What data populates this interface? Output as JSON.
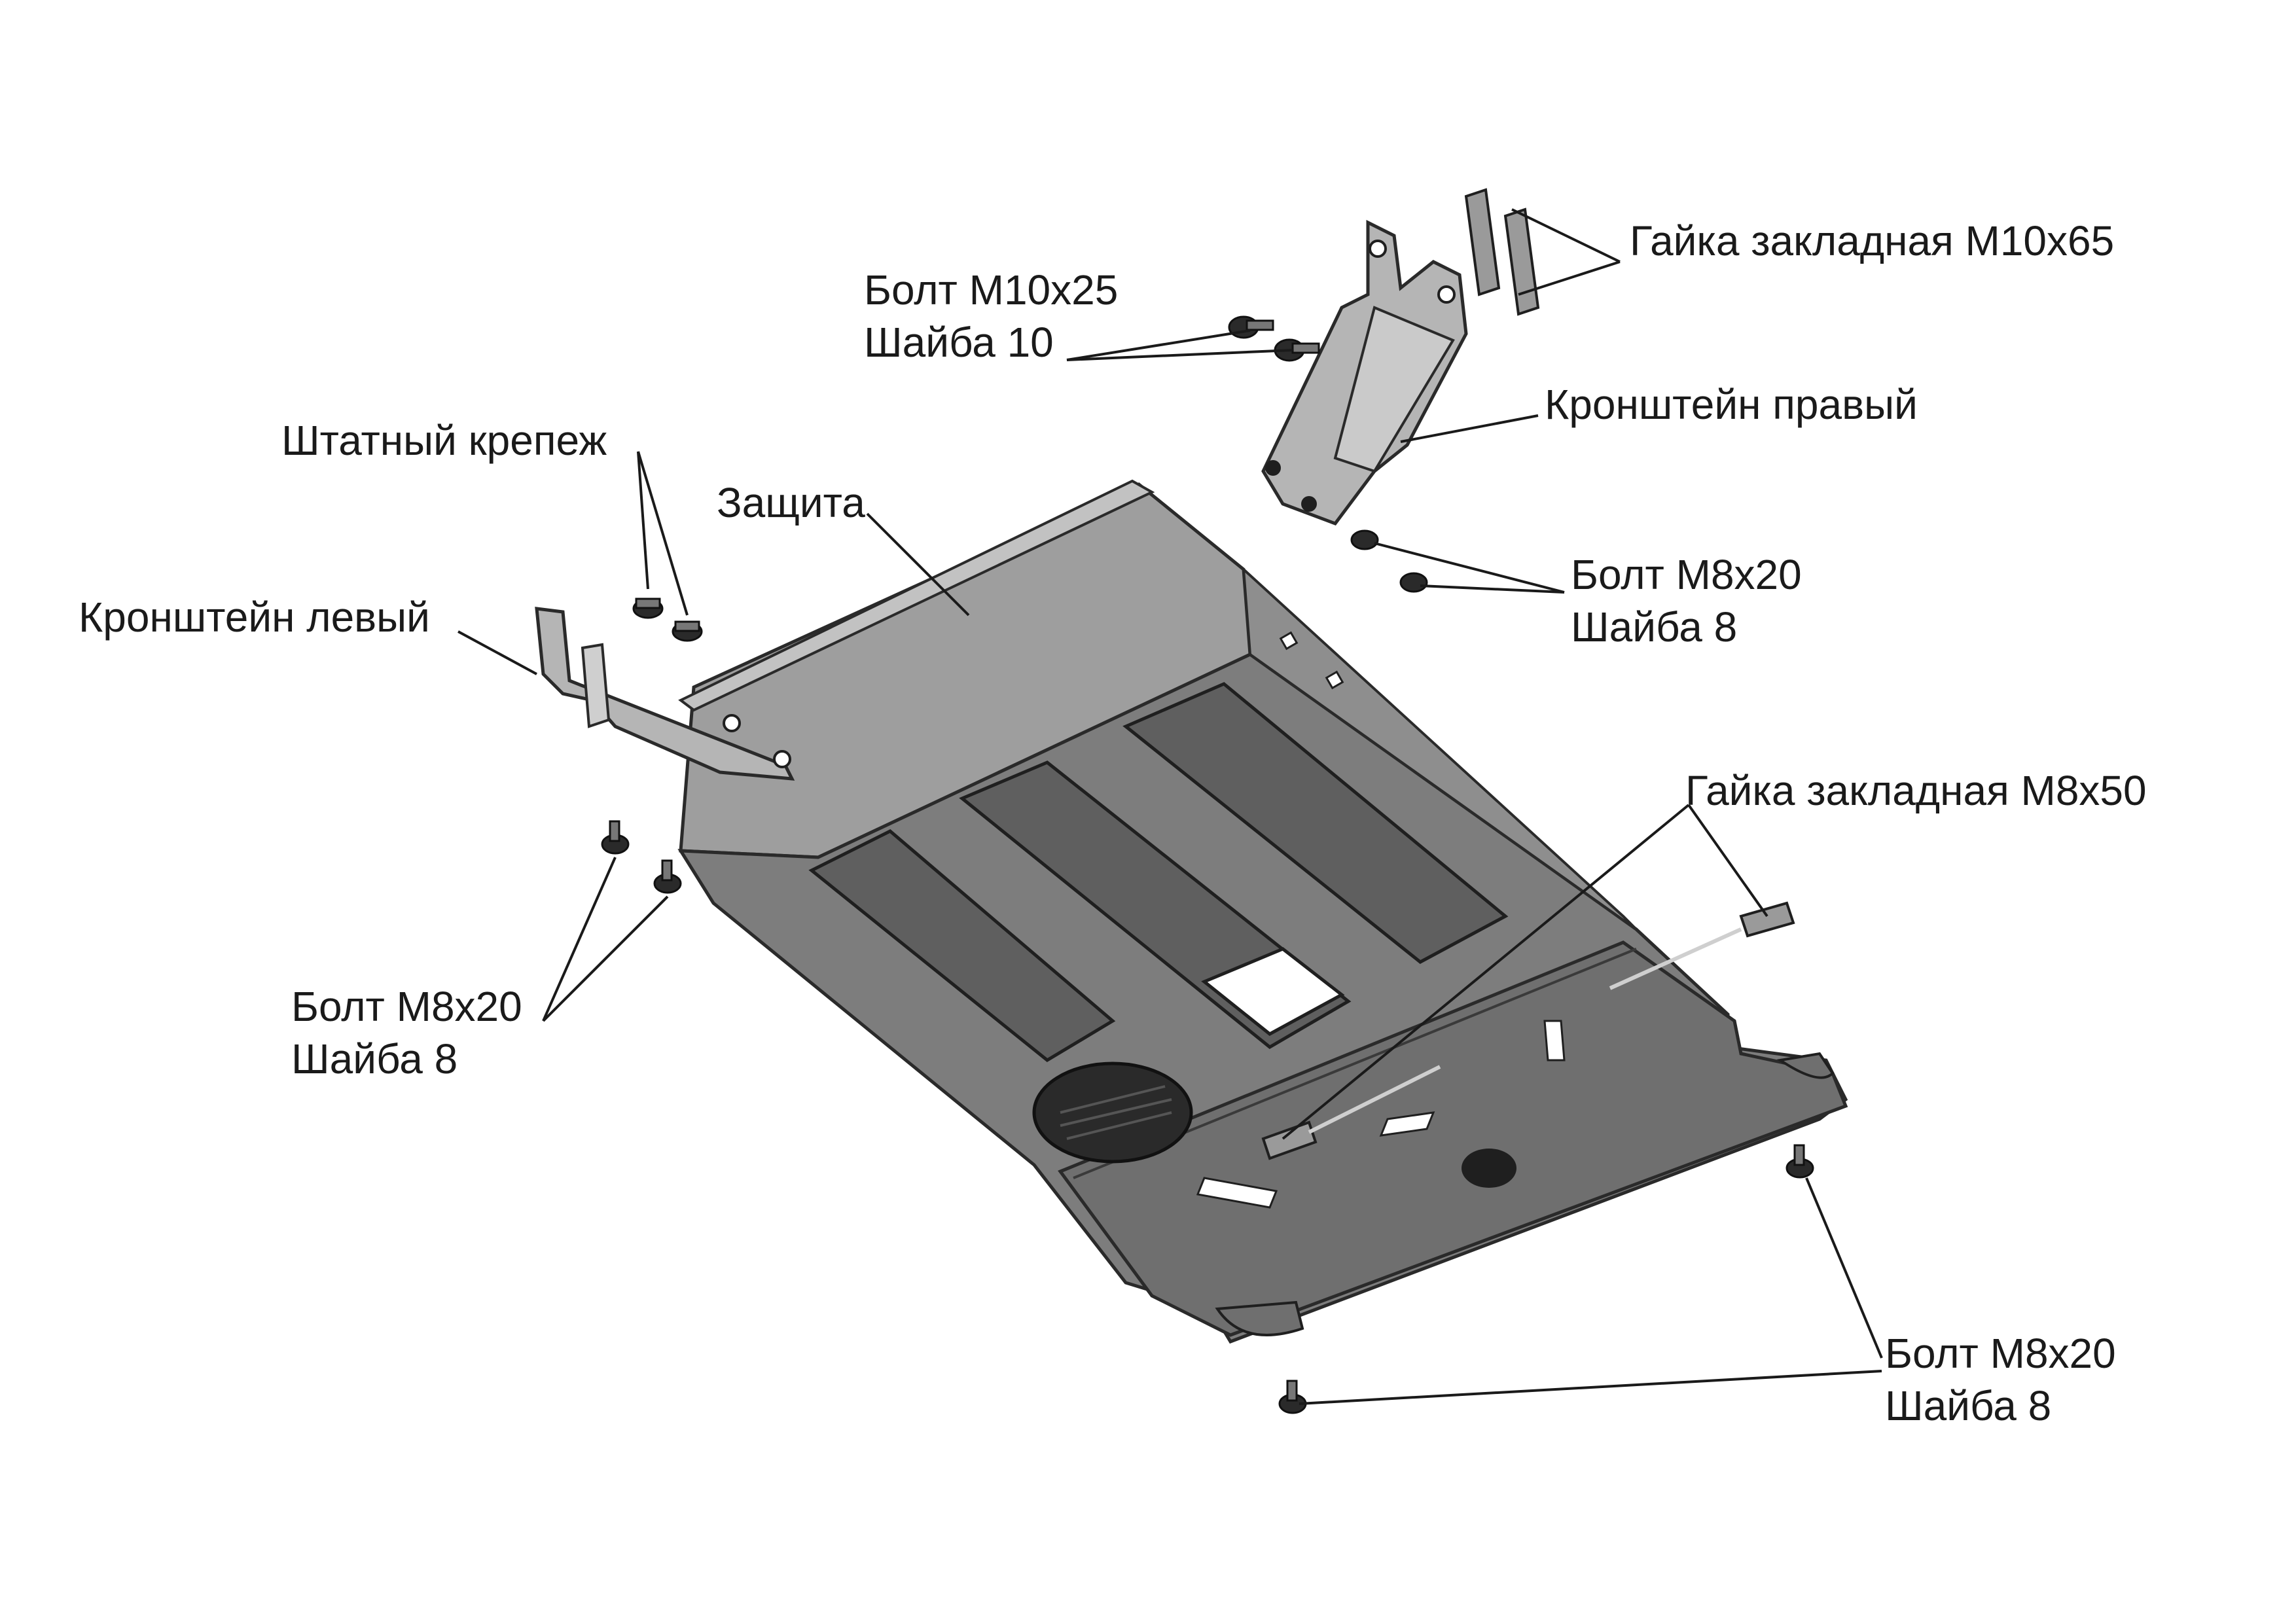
{
  "labels": {
    "zashchita": "Защита",
    "bracket_left": "Кронштейн левый",
    "bracket_right": "Кронштейн правый",
    "std_fastener": "Штатный крепеж",
    "bolt_m10x25": "Болт М10х25",
    "washer_10": "Шайба 10",
    "nut_m10x65": "Гайка закладная М10х65",
    "bolt_m8x20_right": "Болт М8х20",
    "washer_8_right": "Шайба 8",
    "nut_m8x50": "Гайка закладная М8х50",
    "bolt_m8x20_left": "Болт М8х20",
    "washer_8_left": "Шайба 8",
    "bolt_m8x20_bottom": "Болт М8х20",
    "washer_8_bottom": "Шайба 8"
  },
  "colors": {
    "plate_top": "#7a7a7a",
    "plate_side": "#9a9a9a",
    "plate_panel": "#6a6a6a",
    "bracket": "#b5b5b5",
    "line": "#1a1a1a"
  }
}
